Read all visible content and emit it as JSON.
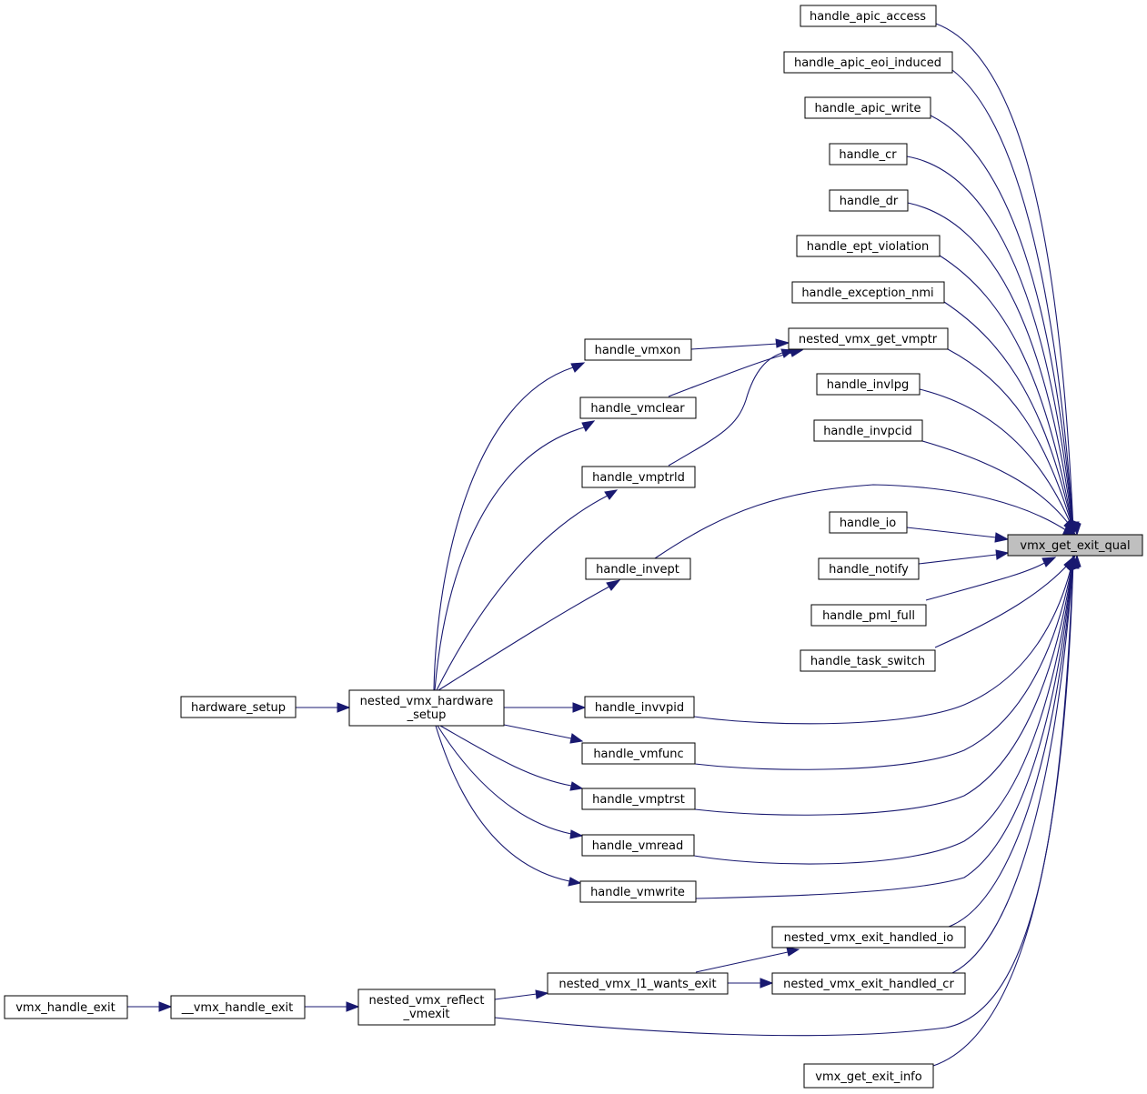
{
  "graph": {
    "target_node": "vmx_get_exit_qual",
    "nodes": {
      "handle_apic_access": "handle_apic_access",
      "handle_apic_eoi_induced": "handle_apic_eoi_induced",
      "handle_apic_write": "handle_apic_write",
      "handle_cr": "handle_cr",
      "handle_dr": "handle_dr",
      "handle_ept_violation": "handle_ept_violation",
      "handle_exception_nmi": "handle_exception_nmi",
      "nested_vmx_get_vmptr": "nested_vmx_get_vmptr",
      "handle_vmxon": "handle_vmxon",
      "handle_invlpg": "handle_invlpg",
      "handle_vmclear": "handle_vmclear",
      "handle_invpcid": "handle_invpcid",
      "handle_vmptrld": "handle_vmptrld",
      "handle_io": "handle_io",
      "vmx_get_exit_qual": "vmx_get_exit_qual",
      "handle_notify": "handle_notify",
      "handle_invept": "handle_invept",
      "handle_pml_full": "handle_pml_full",
      "handle_task_switch": "handle_task_switch",
      "hardware_setup": "hardware_setup",
      "nested_vmx_hardware_setup_l1": "nested_vmx_hardware",
      "nested_vmx_hardware_setup_l2": "_setup",
      "handle_invvpid": "handle_invvpid",
      "handle_vmfunc": "handle_vmfunc",
      "handle_vmptrst": "handle_vmptrst",
      "handle_vmread": "handle_vmread",
      "handle_vmwrite": "handle_vmwrite",
      "nested_vmx_exit_handled_io": "nested_vmx_exit_handled_io",
      "nested_vmx_l1_wants_exit": "nested_vmx_l1_wants_exit",
      "nested_vmx_exit_handled_cr": "nested_vmx_exit_handled_cr",
      "vmx_handle_exit": "vmx_handle_exit",
      "__vmx_handle_exit": "__vmx_handle_exit",
      "nested_vmx_reflect_vmexit_l1": "nested_vmx_reflect",
      "nested_vmx_reflect_vmexit_l2": "_vmexit",
      "vmx_get_exit_info": "vmx_get_exit_info"
    },
    "edges": [
      [
        "handle_apic_access",
        "vmx_get_exit_qual"
      ],
      [
        "handle_apic_eoi_induced",
        "vmx_get_exit_qual"
      ],
      [
        "handle_apic_write",
        "vmx_get_exit_qual"
      ],
      [
        "handle_cr",
        "vmx_get_exit_qual"
      ],
      [
        "handle_dr",
        "vmx_get_exit_qual"
      ],
      [
        "handle_ept_violation",
        "vmx_get_exit_qual"
      ],
      [
        "handle_exception_nmi",
        "vmx_get_exit_qual"
      ],
      [
        "nested_vmx_get_vmptr",
        "vmx_get_exit_qual"
      ],
      [
        "handle_invlpg",
        "vmx_get_exit_qual"
      ],
      [
        "handle_invpcid",
        "vmx_get_exit_qual"
      ],
      [
        "handle_invept",
        "vmx_get_exit_qual"
      ],
      [
        "handle_io",
        "vmx_get_exit_qual"
      ],
      [
        "handle_notify",
        "vmx_get_exit_qual"
      ],
      [
        "handle_pml_full",
        "vmx_get_exit_qual"
      ],
      [
        "handle_task_switch",
        "vmx_get_exit_qual"
      ],
      [
        "handle_invvpid",
        "vmx_get_exit_qual"
      ],
      [
        "handle_vmfunc",
        "vmx_get_exit_qual"
      ],
      [
        "handle_vmptrst",
        "vmx_get_exit_qual"
      ],
      [
        "handle_vmread",
        "vmx_get_exit_qual"
      ],
      [
        "handle_vmwrite",
        "vmx_get_exit_qual"
      ],
      [
        "nested_vmx_exit_handled_io",
        "vmx_get_exit_qual"
      ],
      [
        "nested_vmx_exit_handled_cr",
        "vmx_get_exit_qual"
      ],
      [
        "nested_vmx_reflect_vmexit",
        "vmx_get_exit_qual"
      ],
      [
        "vmx_get_exit_info",
        "vmx_get_exit_qual"
      ],
      [
        "handle_vmxon",
        "nested_vmx_get_vmptr"
      ],
      [
        "handle_vmclear",
        "nested_vmx_get_vmptr"
      ],
      [
        "handle_vmptrld",
        "nested_vmx_get_vmptr"
      ],
      [
        "nested_vmx_hardware_setup",
        "handle_vmxon"
      ],
      [
        "nested_vmx_hardware_setup",
        "handle_vmclear"
      ],
      [
        "nested_vmx_hardware_setup",
        "handle_vmptrld"
      ],
      [
        "nested_vmx_hardware_setup",
        "handle_invept"
      ],
      [
        "nested_vmx_hardware_setup",
        "handle_invvpid"
      ],
      [
        "nested_vmx_hardware_setup",
        "handle_vmfunc"
      ],
      [
        "nested_vmx_hardware_setup",
        "handle_vmptrst"
      ],
      [
        "nested_vmx_hardware_setup",
        "handle_vmread"
      ],
      [
        "nested_vmx_hardware_setup",
        "handle_vmwrite"
      ],
      [
        "hardware_setup",
        "nested_vmx_hardware_setup"
      ],
      [
        "nested_vmx_l1_wants_exit",
        "nested_vmx_exit_handled_io"
      ],
      [
        "nested_vmx_l1_wants_exit",
        "nested_vmx_exit_handled_cr"
      ],
      [
        "nested_vmx_reflect_vmexit",
        "nested_vmx_l1_wants_exit"
      ],
      [
        "__vmx_handle_exit",
        "nested_vmx_reflect_vmexit"
      ],
      [
        "vmx_handle_exit",
        "__vmx_handle_exit"
      ]
    ]
  }
}
